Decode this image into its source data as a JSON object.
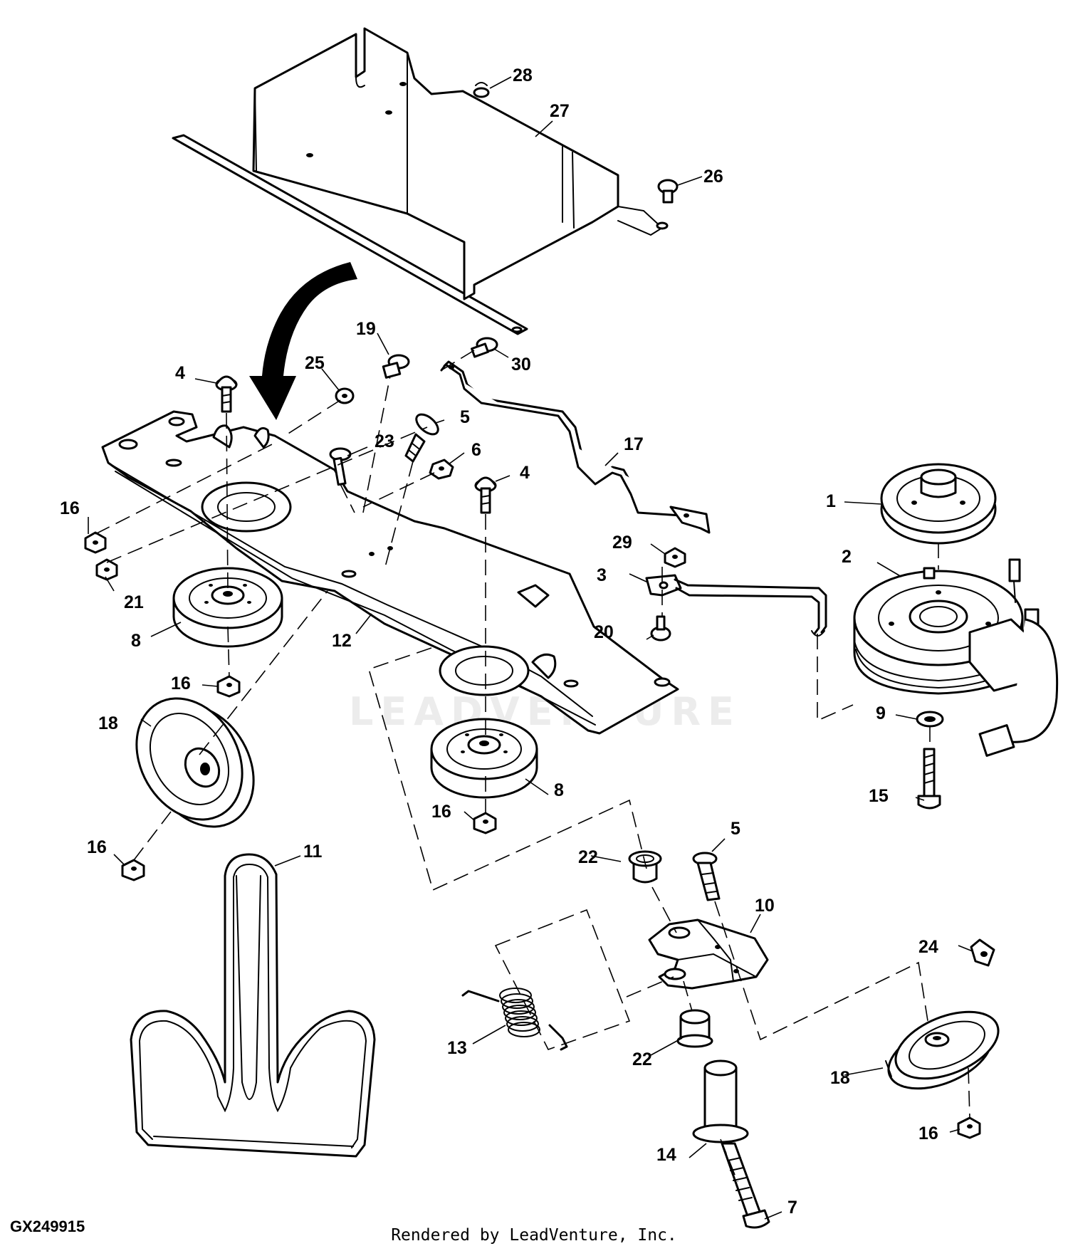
{
  "figure_id": "GX249915",
  "footer": "Rendered by LeadVenture, Inc.",
  "watermark": "LEADVENTURE",
  "callouts": {
    "p1": "1",
    "p2": "2",
    "p3": "3",
    "p4a": "4",
    "p4b": "4",
    "p5a": "5",
    "p5b": "5",
    "p6": "6",
    "p7": "7",
    "p8a": "8",
    "p8b": "8",
    "p9": "9",
    "p10": "10",
    "p11": "11",
    "p12": "12",
    "p13": "13",
    "p14": "14",
    "p15": "15",
    "p16a": "16",
    "p16b": "16",
    "p16c": "16",
    "p16d": "16",
    "p16e": "16",
    "p17": "17",
    "p18a": "18",
    "p18b": "18",
    "p19": "19",
    "p20": "20",
    "p21": "21",
    "p22a": "22",
    "p22b": "22",
    "p23": "23",
    "p24": "24",
    "p25": "25",
    "p26": "26",
    "p27": "27",
    "p28": "28",
    "p29": "29",
    "p30": "30"
  }
}
